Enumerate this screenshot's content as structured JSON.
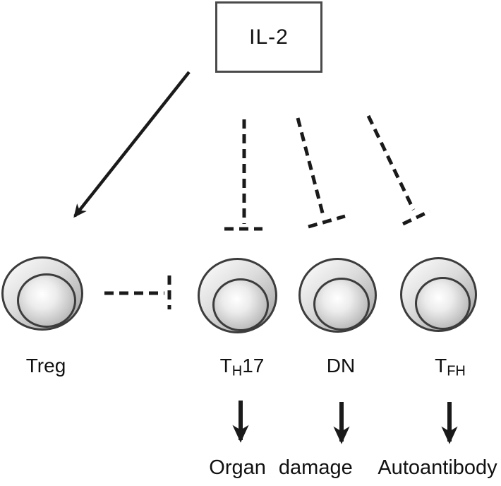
{
  "diagram": {
    "colors": {
      "background": "#ffffff",
      "line": "#1a1a1a",
      "text": "#111111",
      "box_border": "#4a4a4a",
      "cell_border": "#3c3c3c",
      "cell_light": "#fbfbfb",
      "cell_mid": "#dcdcdc",
      "cell_dark": "#a2a2a2",
      "nucleus_highlight": "#ffffff",
      "nucleus_edge": "#9b9b9b"
    },
    "box": {
      "label": "IL-2"
    },
    "cells": [
      {
        "id": "treg",
        "label": "Treg"
      },
      {
        "id": "th17",
        "label_pre": "T",
        "label_sub": "H",
        "label_post": "17"
      },
      {
        "id": "dn",
        "label": "DN"
      },
      {
        "id": "tfh",
        "label_pre": "T",
        "label_sub": "FH"
      }
    ],
    "outcomes": [
      {
        "id": "organ-damage",
        "label": "Organ damage"
      },
      {
        "id": "autoantibody",
        "label": "Autoantibody"
      }
    ],
    "edges": [
      {
        "from": "IL-2",
        "to": "Treg",
        "type": "solid-arrow-promotes"
      },
      {
        "from": "IL-2",
        "to": "TH17",
        "type": "dashed-inhibition"
      },
      {
        "from": "IL-2",
        "to": "DN",
        "type": "dashed-inhibition"
      },
      {
        "from": "IL-2",
        "to": "TFH",
        "type": "dashed-inhibition"
      },
      {
        "from": "Treg",
        "to": "TH17",
        "type": "dashed-inhibition"
      },
      {
        "from": "TH17",
        "to": "Organ damage",
        "type": "solid-arrow"
      },
      {
        "from": "DN",
        "to": "Organ damage",
        "type": "solid-arrow"
      },
      {
        "from": "TFH",
        "to": "Autoantibody",
        "type": "solid-arrow"
      }
    ]
  }
}
